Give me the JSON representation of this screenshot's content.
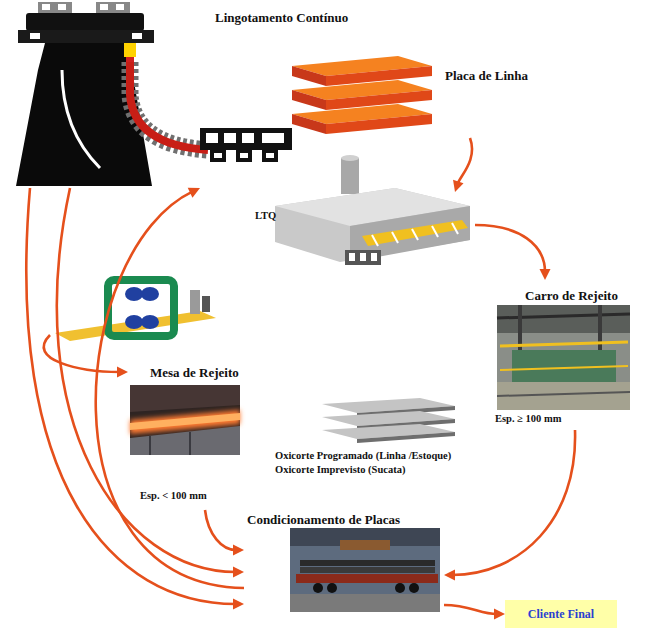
{
  "diagram": {
    "nodes": [
      {
        "text": [
          "Lingotamento Contínuo"
        ]
      },
      {
        "text": [
          "Placa de Linha"
        ]
      },
      {
        "text": [
          "LTQ"
        ]
      },
      {
        "text": [
          "Carro de Rejeito",
          "Esp. ≥ 100 mm"
        ]
      },
      {
        "text": [
          "Mesa de Rejeito",
          "Esp. < 100 mm"
        ]
      },
      {
        "text": [
          "Oxicorte Programado (Linha /Estoque)",
          "Oxicorte Imprevisto (Sucata)"
        ]
      },
      {
        "text": [
          "Condicionamento de Placas"
        ]
      },
      {
        "text": [
          "Cliente Final"
        ]
      }
    ],
    "edges": [
      {
        "from": 1,
        "to": 2,
        "arrow": "to"
      },
      {
        "from": 2,
        "to": 3,
        "arrow": "to"
      },
      {
        "from": 2,
        "to": 4,
        "arrow": "to"
      },
      {
        "from": 4,
        "to": 6,
        "arrow": "to"
      },
      {
        "from": 3,
        "to": 6,
        "arrow": "to"
      },
      {
        "from": 6,
        "to": 7,
        "arrow": "to"
      },
      {
        "from": 0,
        "to": 6,
        "arrow": "to"
      },
      {
        "from": 0,
        "to": 6,
        "arrow": "to"
      },
      {
        "from": 6,
        "to": 0,
        "arrow": "to"
      }
    ]
  }
}
